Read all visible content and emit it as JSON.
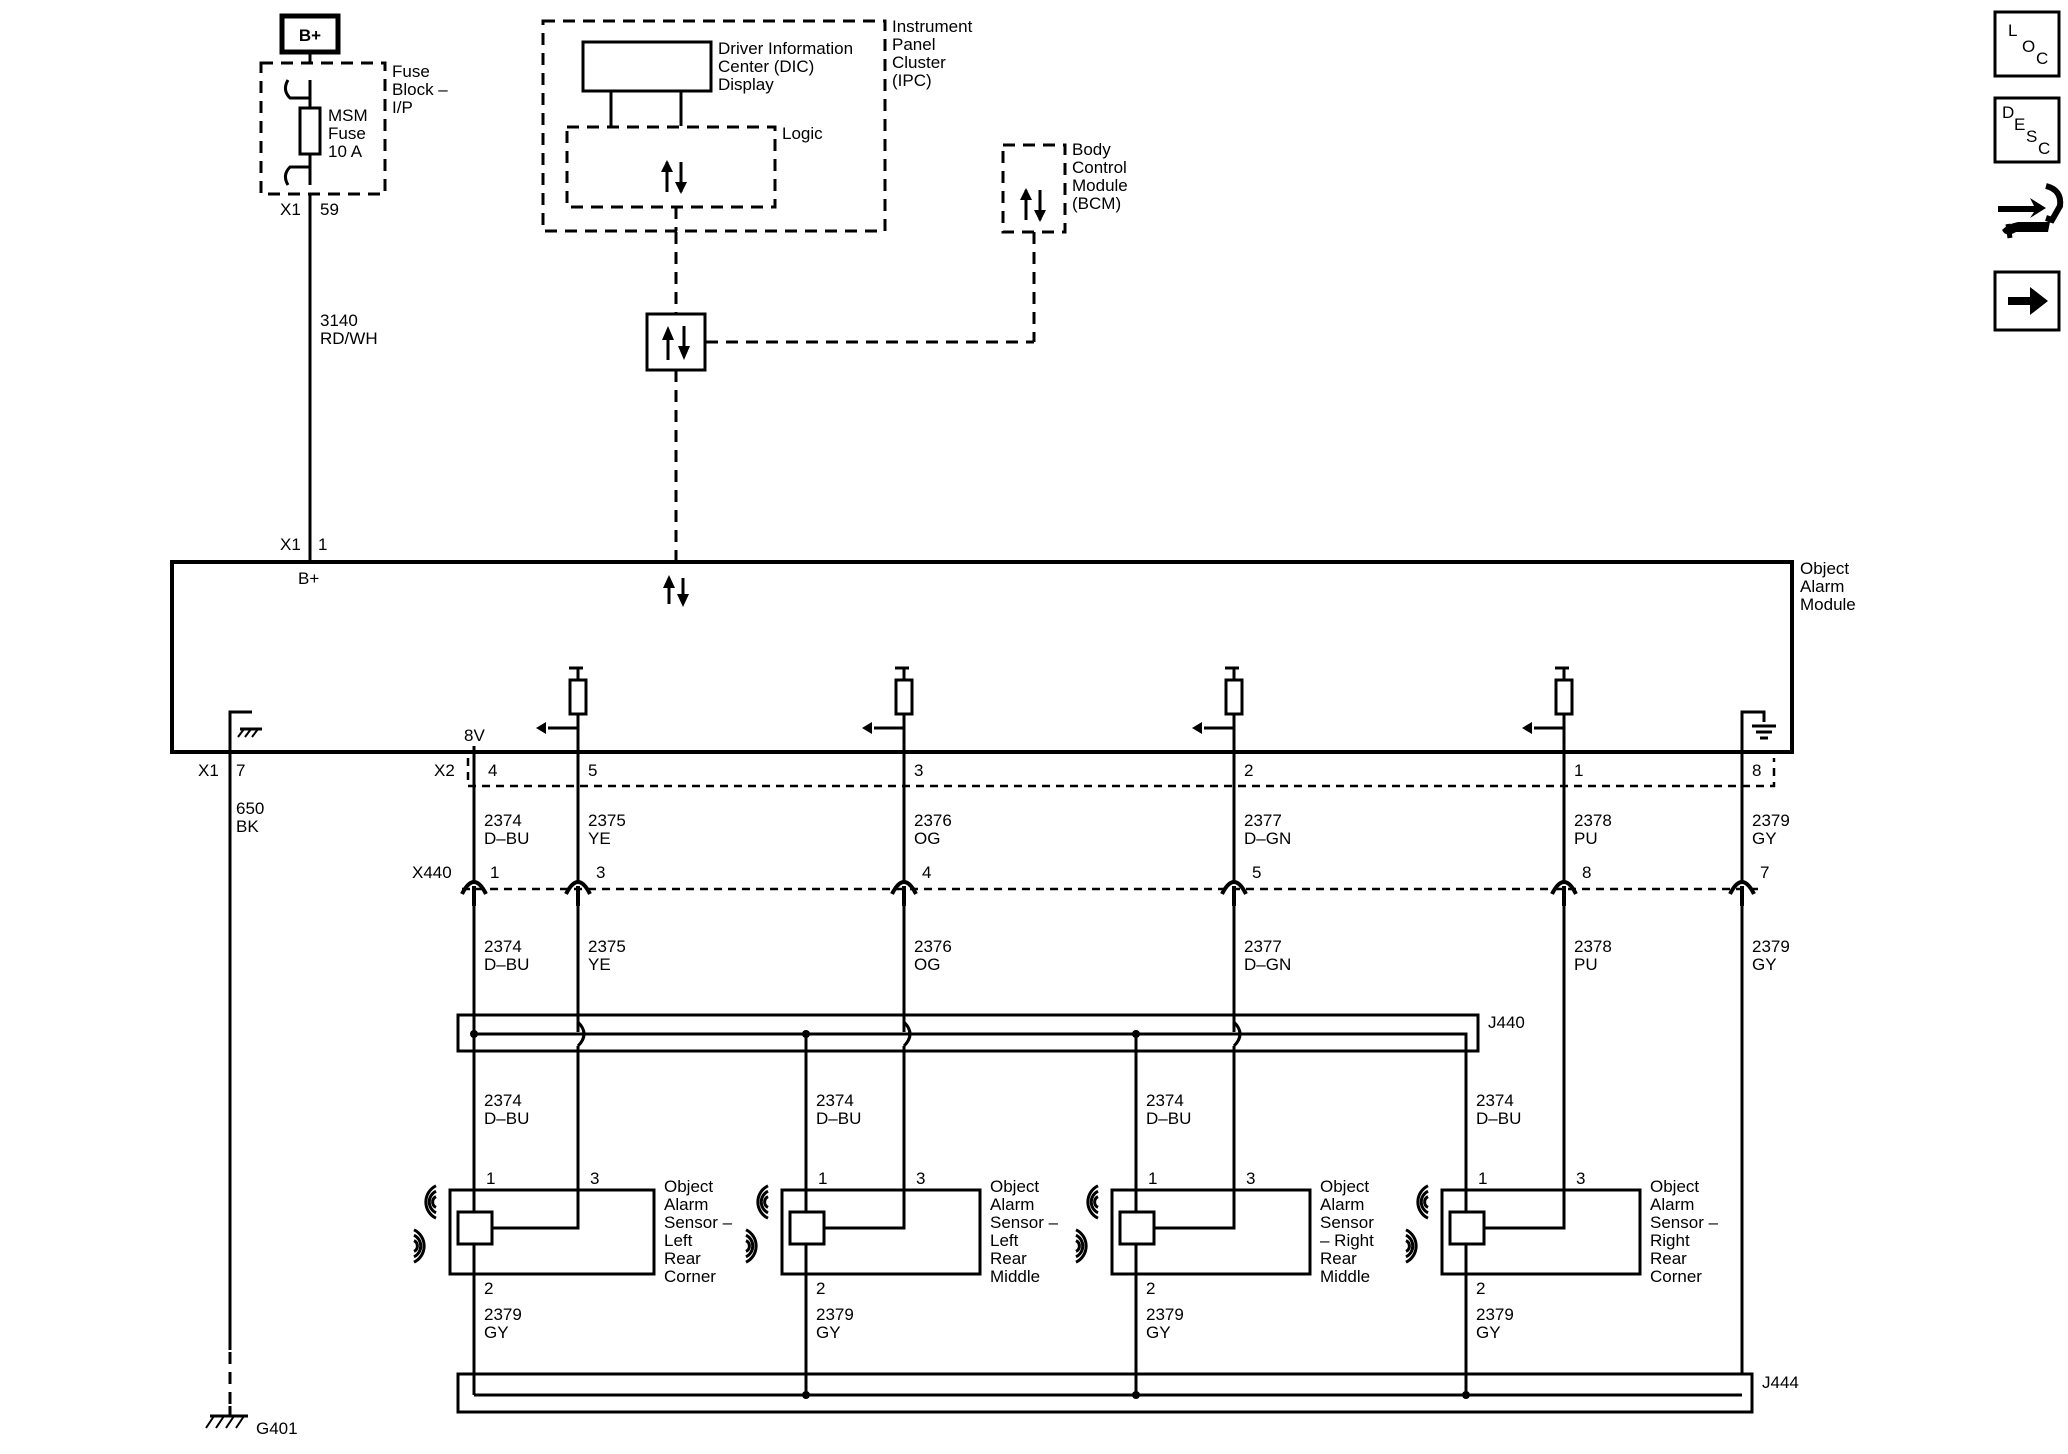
{
  "power": {
    "label": "B+"
  },
  "fuse_block": {
    "name": [
      "Fuse",
      "Block –",
      "I/P"
    ],
    "fuse": [
      "MSM",
      "Fuse",
      "10 A"
    ],
    "conn": "X1",
    "pin": "59"
  },
  "ipc": {
    "name": [
      "Instrument",
      "Panel",
      "Cluster",
      "(IPC)"
    ],
    "dic": [
      "Driver Information",
      "Center (DIC)",
      "Display"
    ],
    "logic": "Logic"
  },
  "bcm": {
    "name": [
      "Body",
      "Control",
      "Module",
      "(BCM)"
    ]
  },
  "feed_wire": {
    "circuit": "3140",
    "color": "RD/WH"
  },
  "module": {
    "name": [
      "Object",
      "Alarm",
      "Module"
    ],
    "conn": "X1",
    "pin": "1",
    "bplus": "B+"
  },
  "x1_ground": {
    "conn": "X1",
    "pin": "7",
    "circuit": "650",
    "color": "BK",
    "ground": "G401"
  },
  "x2": {
    "conn": "X2",
    "v8": "8V",
    "pins": [
      "4",
      "5",
      "3",
      "2",
      "1",
      "8"
    ]
  },
  "wires_top": [
    {
      "circuit": "2374",
      "color": "D–BU"
    },
    {
      "circuit": "2375",
      "color": "YE"
    },
    {
      "circuit": "2376",
      "color": "OG"
    },
    {
      "circuit": "2377",
      "color": "D–GN"
    },
    {
      "circuit": "2378",
      "color": "PU"
    },
    {
      "circuit": "2379",
      "color": "GY"
    }
  ],
  "x440": {
    "conn": "X440",
    "pins": [
      "1",
      "3",
      "4",
      "5",
      "8",
      "7"
    ]
  },
  "splices": {
    "j440": "J440",
    "j444": "J444"
  },
  "sensors": [
    {
      "name": [
        "Object",
        "Alarm",
        "Sensor –",
        "Left",
        "Rear",
        "Corner"
      ],
      "pin1": "1",
      "pin3": "3",
      "pin2": "2",
      "wire_top": [
        "2374",
        "D–BU"
      ],
      "wire_bottom": [
        "2379",
        "GY"
      ]
    },
    {
      "name": [
        "Object",
        "Alarm",
        "Sensor –",
        "Left",
        "Rear",
        "Middle"
      ],
      "pin1": "1",
      "pin3": "3",
      "pin2": "2",
      "wire_top": [
        "2374",
        "D–BU"
      ],
      "wire_bottom": [
        "2379",
        "GY"
      ]
    },
    {
      "name": [
        "Object",
        "Alarm",
        "Sensor",
        "– Right",
        "Rear",
        "Middle"
      ],
      "pin1": "1",
      "pin3": "3",
      "pin2": "2",
      "wire_top": [
        "2374",
        "D–BU"
      ],
      "wire_bottom": [
        "2379",
        "GY"
      ]
    },
    {
      "name": [
        "Object",
        "Alarm",
        "Sensor –",
        "Right",
        "Rear",
        "Corner"
      ],
      "pin1": "1",
      "pin3": "3",
      "pin2": "2",
      "wire_top": [
        "2374",
        "D–BU"
      ],
      "wire_bottom": [
        "2379",
        "GY"
      ]
    }
  ],
  "nav": {
    "loc": [
      "L",
      "O",
      "C"
    ],
    "desc": [
      "D",
      "E",
      "S",
      "C"
    ],
    "icons": [
      "location-button",
      "description-button",
      "connector-repair-icon",
      "next-arrow-icon"
    ]
  }
}
